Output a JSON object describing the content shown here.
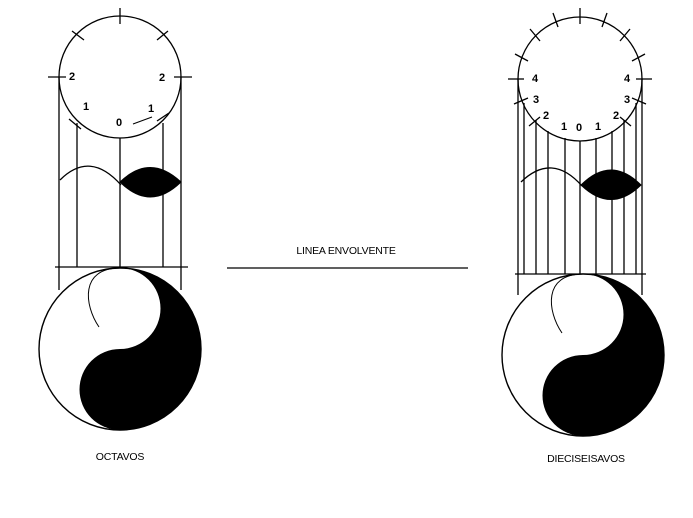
{
  "captions": {
    "left": "OCTAVOS",
    "center": "LINEA ENVOLVENTE",
    "right": "DIECISEISAVOS"
  },
  "left_figure": {
    "division_labels": {
      "two_left": "2",
      "one_left": "1",
      "zero": "0",
      "one_right": "1",
      "two_right": "2"
    }
  },
  "right_figure": {
    "division_labels": {
      "four_left": "4",
      "three_left": "3",
      "two_left": "2",
      "one_left": "1",
      "zero": "0",
      "one_right": "1",
      "two_right": "2",
      "three_right": "3",
      "four_right": "4"
    }
  }
}
